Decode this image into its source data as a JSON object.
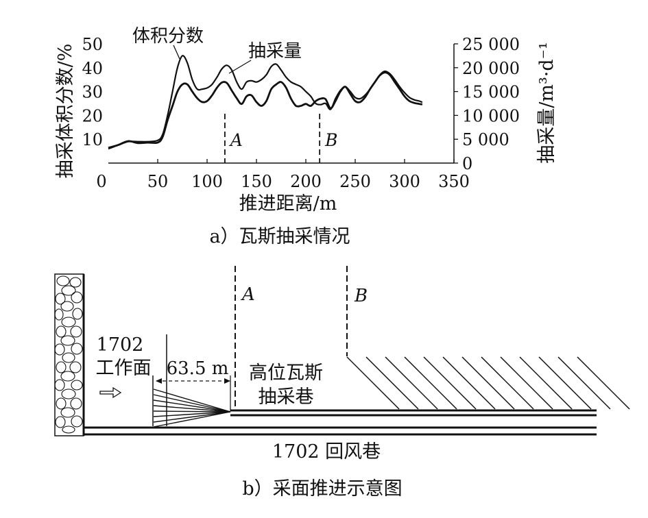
{
  "chart_data": [
    {
      "type": "line",
      "title": "",
      "xlabel": "推进距离/m",
      "ylabel_left": "抽采体积分数/%",
      "ylabel_right": "抽采量/m³·d⁻¹",
      "caption": "a）瓦斯抽采情况",
      "xlim": [
        0,
        350
      ],
      "ylim_left": [
        0,
        50
      ],
      "ylim_right": [
        0,
        25000
      ],
      "x_ticks": [
        "0",
        "50",
        "100",
        "150",
        "200",
        "250",
        "300",
        "350"
      ],
      "y_left_ticks": [
        "10",
        "20",
        "30",
        "40",
        "50"
      ],
      "y_right_ticks": [
        "0",
        "5 000",
        "10 000",
        "15 000",
        "20 000",
        "25 000"
      ],
      "series": [
        {
          "name": "体积分数",
          "axis": "left",
          "x": [
            0,
            10,
            20,
            30,
            40,
            50,
            55,
            60,
            65,
            70,
            75,
            80,
            85,
            90,
            95,
            100,
            105,
            110,
            115,
            120,
            125,
            130,
            135,
            140,
            145,
            150,
            155,
            160,
            165,
            170,
            175,
            180,
            185,
            190,
            195,
            200,
            205,
            210,
            215,
            220,
            225,
            230,
            235,
            240,
            245,
            250,
            255,
            260,
            265,
            270,
            275,
            280,
            285,
            290,
            295,
            300,
            305,
            310,
            315,
            318
          ],
          "y": [
            6,
            7.5,
            9,
            9,
            9,
            9.5,
            12,
            20,
            30,
            40,
            45,
            42,
            35,
            31,
            31,
            31.5,
            33,
            36,
            39.5,
            41,
            39,
            34,
            31,
            34,
            34.5,
            34,
            35,
            37,
            40.5,
            41.5,
            39,
            36,
            34,
            33,
            32,
            30,
            28,
            25,
            24.5,
            25,
            22.5,
            27,
            30.5,
            32,
            30,
            27.5,
            27,
            28.5,
            31,
            34,
            37,
            38.5,
            37.5,
            35,
            32,
            29.5,
            27.5,
            26.5,
            26,
            25.5
          ]
        },
        {
          "name": "抽采量",
          "axis": "right",
          "x": [
            0,
            10,
            20,
            30,
            40,
            50,
            55,
            60,
            65,
            70,
            75,
            80,
            85,
            90,
            95,
            100,
            105,
            110,
            115,
            120,
            125,
            130,
            135,
            140,
            145,
            150,
            155,
            160,
            165,
            170,
            175,
            180,
            185,
            190,
            195,
            200,
            205,
            210,
            215,
            220,
            225,
            230,
            235,
            240,
            245,
            250,
            255,
            260,
            265,
            270,
            275,
            280,
            285,
            290,
            295,
            300,
            305,
            310,
            315,
            318
          ],
          "y": [
            3200,
            3800,
            4600,
            4200,
            4300,
            4300,
            5500,
            9000,
            12000,
            15000,
            16500,
            16500,
            15000,
            13600,
            12800,
            13000,
            14200,
            15800,
            16900,
            16800,
            15200,
            13600,
            12400,
            14000,
            14200,
            12800,
            12000,
            13000,
            15500,
            16500,
            17000,
            15800,
            13500,
            12000,
            12000,
            12400,
            12000,
            13000,
            13500,
            13400,
            11500,
            13000,
            15000,
            16000,
            14500,
            13000,
            12800,
            13800,
            15500,
            17000,
            18400,
            19000,
            18500,
            17000,
            15500,
            14000,
            13000,
            12600,
            12400,
            12300
          ]
        }
      ],
      "annotations": [
        {
          "label": "A",
          "x": 118
        },
        {
          "label": "B",
          "x": 214
        }
      ]
    },
    {
      "type": "diagram",
      "caption": "b）采面推进示意图",
      "labels": {
        "face_number": "1702",
        "face_name": "工作面",
        "distance": "63.5 m",
        "tunnel_line1": "高位瓦斯",
        "tunnel_line2": "抽采巷",
        "airway": "1702 回风巷",
        "a": "A",
        "b": "B"
      }
    }
  ]
}
